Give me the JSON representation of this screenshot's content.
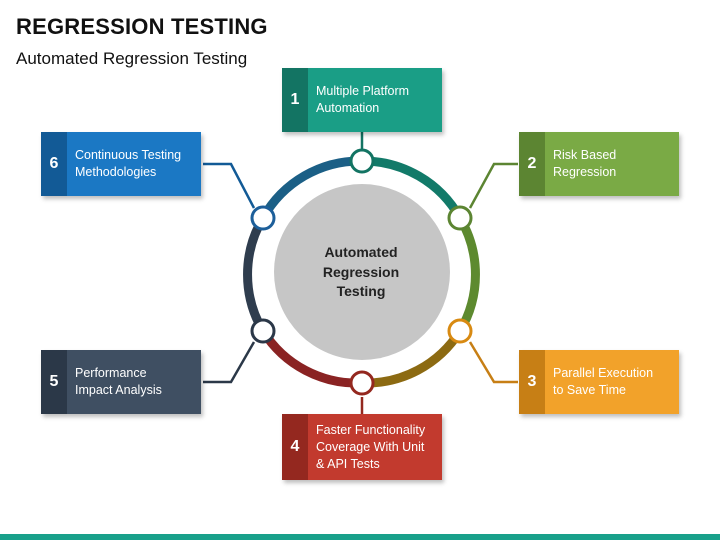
{
  "header": {
    "title": "REGRESSION TESTING",
    "subtitle": "Automated Regression Testing"
  },
  "center": {
    "line1": "Automated",
    "line2": "Regression",
    "line3": "Testing"
  },
  "steps": [
    {
      "number": "1",
      "line1": "Multiple Platform",
      "line2": "Automation",
      "line3": "",
      "color": "#1a9e86",
      "dark": "#137463"
    },
    {
      "number": "2",
      "line1": "Risk Based",
      "line2": "Regression",
      "line3": "",
      "color": "#7aaa45",
      "dark": "#5c8532"
    },
    {
      "number": "3",
      "line1": "Parallel Execution",
      "line2": "to Save Time",
      "line3": "",
      "color": "#f2a22a",
      "dark": "#c77f15"
    },
    {
      "number": "4",
      "line1": "Faster Functionality",
      "line2": "Coverage With Unit",
      "line3": "& API Tests",
      "color": "#c23a2e",
      "dark": "#94281f"
    },
    {
      "number": "5",
      "line1": "Performance",
      "line2": "Impact Analysis",
      "line3": "",
      "color": "#3f4f62",
      "dark": "#2b3848"
    },
    {
      "number": "6",
      "line1": "Continuous Testing",
      "line2": "Methodologies",
      "line3": "",
      "color": "#1b78c4",
      "dark": "#125a96"
    }
  ],
  "colors": {
    "ring_gray": "#c6c6c6",
    "footer": "#18a08a"
  }
}
